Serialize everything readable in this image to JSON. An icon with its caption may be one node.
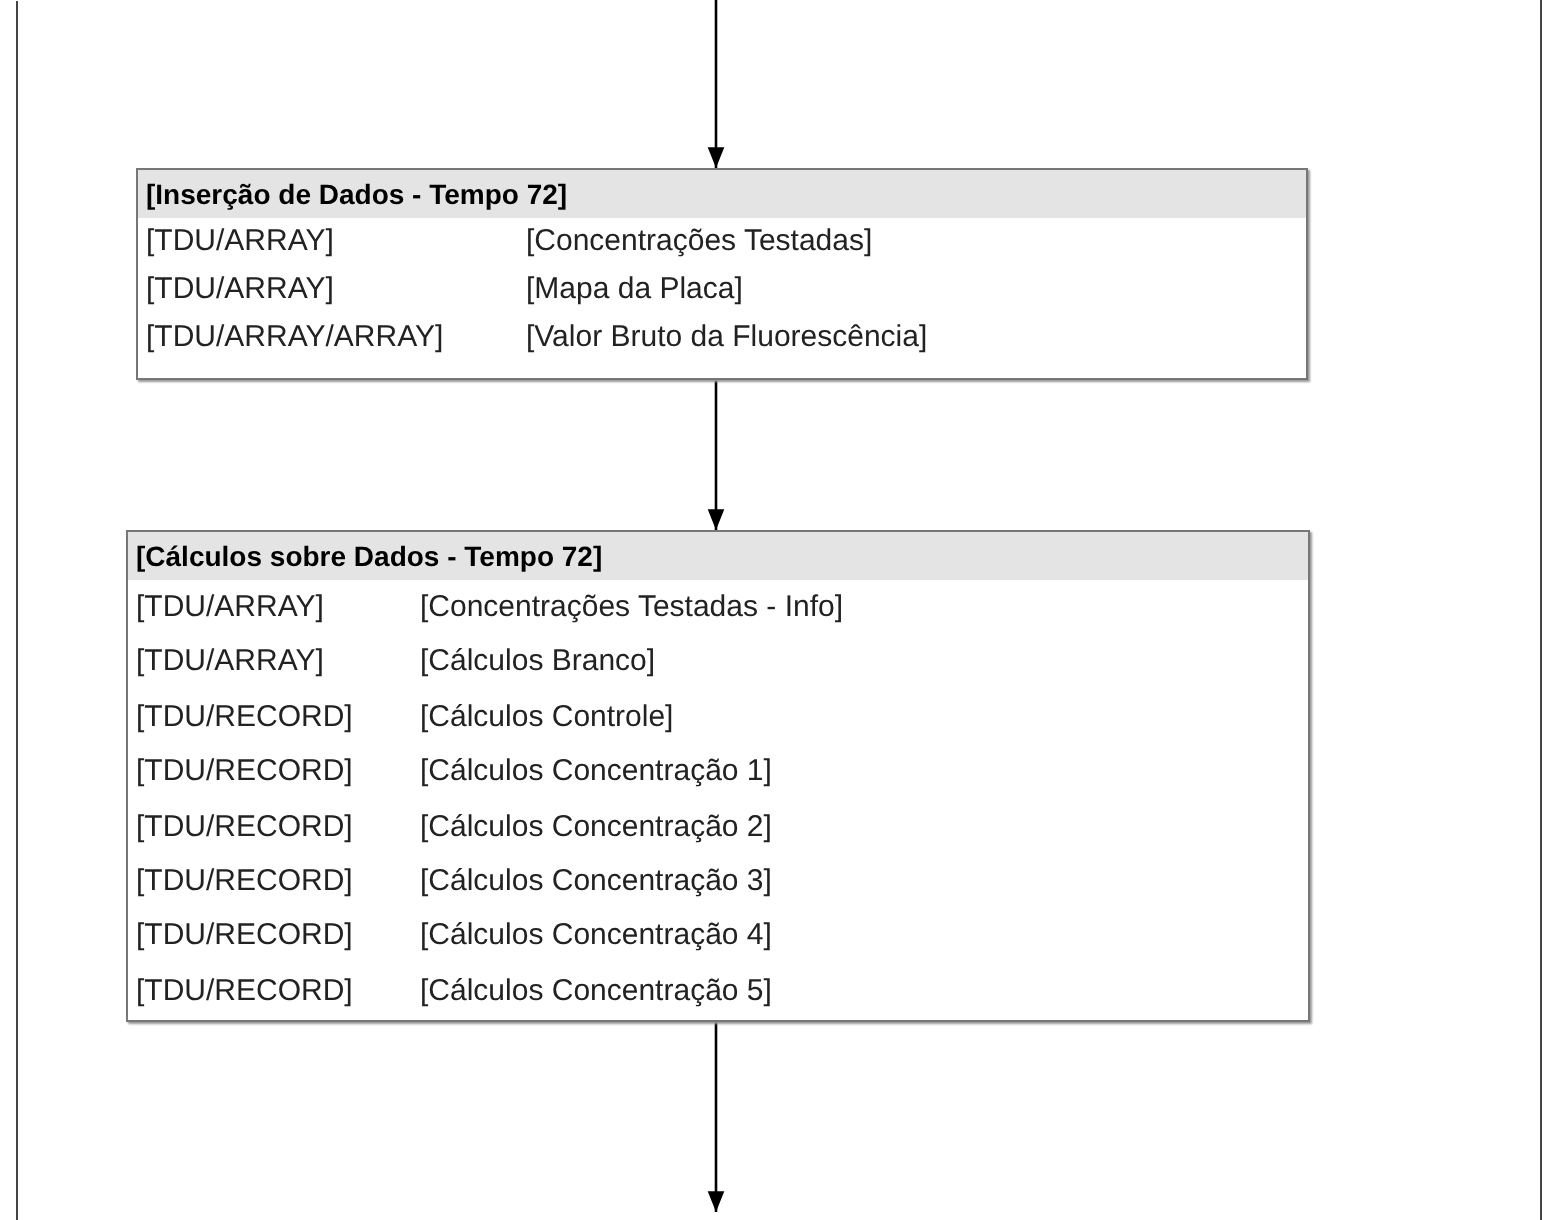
{
  "diagram": {
    "nodes": [
      {
        "text": [
          "[Inserção de Dados - Tempo 72]",
          "[TDU/ARRAY]",
          "[Concentrações Testadas]",
          "[TDU/ARRAY]",
          "[Mapa da Placa]",
          "[TDU/ARRAY/ARRAY]",
          "[Valor Bruto da Fluorescência]"
        ]
      },
      {
        "text": [
          "[Cálculos sobre Dados - Tempo 72]",
          "[TDU/ARRAY]",
          "[Concentrações Testadas - Info]",
          "[TDU/ARRAY]",
          "[Cálculos Branco]",
          "[TDU/RECORD]",
          "[Cálculos Controle]",
          "[TDU/RECORD]",
          "[Cálculos Concentração 1]",
          "[TDU/RECORD]",
          "[Cálculos Concentração 2]",
          "[TDU/RECORD]",
          "[Cálculos Concentração 3]",
          "[TDU/RECORD]",
          "[Cálculos Concentração 4]",
          "[TDU/RECORD]",
          "[Cálculos Concentração 5]"
        ]
      }
    ],
    "edges": [
      {
        "from": null,
        "to": 0,
        "arrow": "to"
      },
      {
        "from": 0,
        "to": 1,
        "arrow": "to"
      },
      {
        "from": 1,
        "to": null,
        "arrow": "to"
      }
    ]
  }
}
